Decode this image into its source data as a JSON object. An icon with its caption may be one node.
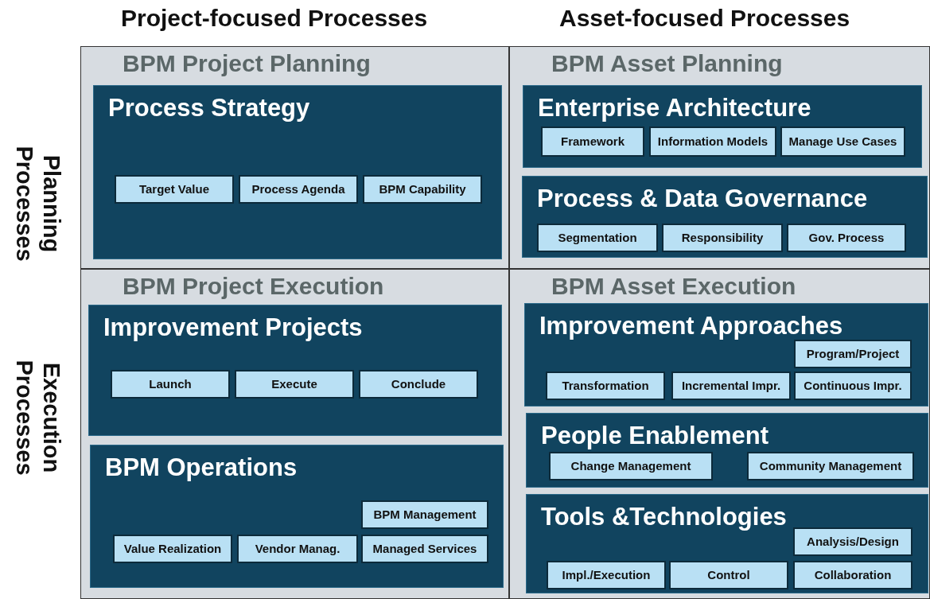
{
  "diagram": {
    "nodes": [
      {
        "text": [
          "BPM Project Planning"
        ]
      },
      {
        "text": [
          "Process Strategy"
        ],
        "in": 0
      },
      {
        "text": [
          "Target Value"
        ],
        "in": 1
      },
      {
        "text": [
          "Process Agenda"
        ],
        "in": 1
      },
      {
        "text": [
          "BPM Capability"
        ],
        "in": 1
      },
      {
        "text": [
          "BPM Asset Planning"
        ]
      },
      {
        "text": [
          "Enterprise Architecture"
        ],
        "in": 5
      },
      {
        "text": [
          "Framework"
        ],
        "in": 6
      },
      {
        "text": [
          "Information Models"
        ],
        "in": 6
      },
      {
        "text": [
          "Manage Use Cases"
        ],
        "in": 6
      },
      {
        "text": [
          "Process & Data Governance"
        ],
        "in": 5
      },
      {
        "text": [
          "Segmentation"
        ],
        "in": 10
      },
      {
        "text": [
          "Responsibility"
        ],
        "in": 10
      },
      {
        "text": [
          "Gov. Process"
        ],
        "in": 10
      },
      {
        "text": [
          "BPM Project Execution"
        ]
      },
      {
        "text": [
          "Improvement Projects"
        ],
        "in": 14
      },
      {
        "text": [
          "Launch"
        ],
        "in": 15
      },
      {
        "text": [
          "Execute"
        ],
        "in": 15
      },
      {
        "text": [
          "Conclude"
        ],
        "in": 15
      },
      {
        "text": [
          "BPM Operations"
        ],
        "in": 14
      },
      {
        "text": [
          "BPM Management"
        ],
        "in": 19
      },
      {
        "text": [
          "Value Realization"
        ],
        "in": 19
      },
      {
        "text": [
          "Vendor Manag."
        ],
        "in": 19
      },
      {
        "text": [
          "Managed Services"
        ],
        "in": 19
      },
      {
        "text": [
          "BPM Asset Execution"
        ]
      },
      {
        "text": [
          "Improvement Approaches"
        ],
        "in": 24
      },
      {
        "text": [
          "Program/Project"
        ],
        "in": 25
      },
      {
        "text": [
          "Transformation"
        ],
        "in": 25
      },
      {
        "text": [
          "Incremental Impr."
        ],
        "in": 25
      },
      {
        "text": [
          "Continuous Impr."
        ],
        "in": 25
      },
      {
        "text": [
          "People Enablement"
        ],
        "in": 24
      },
      {
        "text": [
          "Change Management"
        ],
        "in": 30
      },
      {
        "text": [
          "Community Management"
        ],
        "in": 30
      },
      {
        "text": [
          "Tools &Technologies"
        ],
        "in": 24
      },
      {
        "text": [
          "Analysis/Design"
        ],
        "in": 33
      },
      {
        "text": [
          "Impl./Execution"
        ],
        "in": 33
      },
      {
        "text": [
          "Control"
        ],
        "in": 33
      },
      {
        "text": [
          "Collaboration"
        ],
        "in": 33
      }
    ],
    "labels": [
      "Project-focused Processes",
      "Asset-focused Processes",
      "Planning Processes",
      "Execution Processes"
    ]
  }
}
